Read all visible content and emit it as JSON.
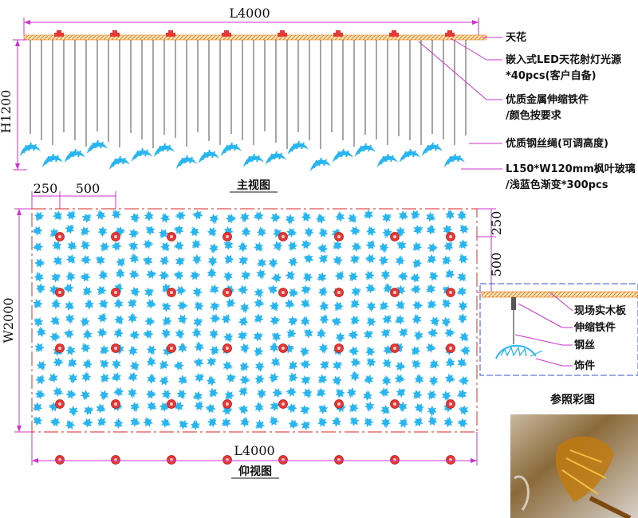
{
  "front_view": {
    "length_dim": "L4000",
    "height_dim": "H1200",
    "title": "主视图",
    "callouts": {
      "ceiling": "天花",
      "light_line1": "嵌入式LED天花射灯光源",
      "light_line2": "*40pcs(客户自备)",
      "fitting_line1": "优质金属伸缩铁件",
      "fitting_line2": "/颜色按要求",
      "wire": "优质钢丝绳(可调高度)",
      "leaf_line1": "L150*W120mm枫叶玻璃",
      "leaf_line2": "/浅蓝色渐变*300pcs"
    }
  },
  "bottom_view": {
    "title": "仰视图",
    "length_dim": "L4000",
    "width_dim": "W2000",
    "dim_250_top": "250",
    "dim_500_top": "500",
    "dim_250_right": "250",
    "dim_500_right": "500"
  },
  "detail": {
    "board": "现场实木板",
    "fitting": "伸缩铁件",
    "wire": "钢丝",
    "ornament": "饰件"
  },
  "reference": {
    "title": "参照彩图"
  },
  "colors": {
    "accent_purple": "#cc33cc",
    "leaf_blue": "#29b6f0",
    "light_red": "#e53935",
    "ceiling_orange": "#f0a040",
    "border_red": "#e05050"
  }
}
